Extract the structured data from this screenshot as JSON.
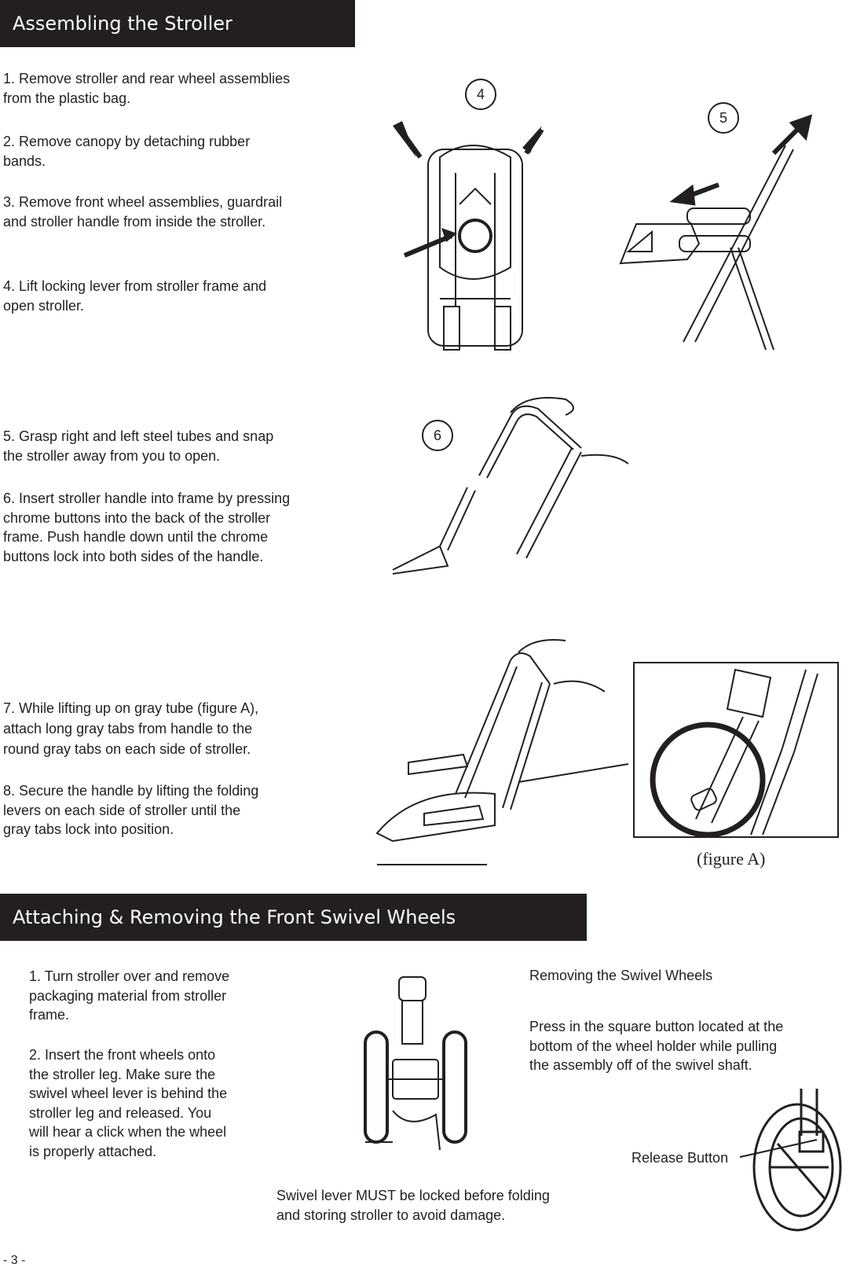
{
  "section1": {
    "title": "Assembling the Stroller",
    "steps": [
      "1. Remove stroller and rear wheel assemblies\n     from the plastic bag.",
      "2. Remove canopy by detaching rubber\n     bands.",
      "3. Remove front wheel assemblies, guardrail\n     and stroller handle from inside the stroller.",
      "4. Lift locking lever from stroller frame and\n     open stroller.",
      "5. Grasp right and left steel tubes and snap\n     the stroller away from you to open.",
      "6. Insert stroller handle into frame by pressing\n     chrome buttons into the back of the stroller\n     frame. Push handle down until the chrome\n     buttons lock into both sides of the handle.",
      "7. While lifting up on gray tube (figure A),\n     attach long gray tabs from handle to the\n     round gray tabs on each side of stroller.",
      "8. Secure the handle by lifting the folding\n     levers on each side of stroller until the\n     gray tabs lock into position."
    ],
    "figure_badges": [
      "4",
      "5",
      "6"
    ],
    "figure_caption": "(figure A)"
  },
  "section2": {
    "title": "Attaching & Removing the Front Swivel Wheels",
    "steps": [
      "1. Turn stroller over and remove\n     packaging material from stroller\n     frame.",
      "2.  Insert the front wheels onto\n     the stroller leg.  Make sure the\n     swivel wheel lever is behind the\n     stroller leg and released.  You\n     will hear a click when the wheel\n     is properly attached."
    ],
    "warning": "Swivel lever MUST be locked before folding\nand storing stroller to avoid damage.",
    "removing_title": "Removing the Swivel Wheels",
    "removing_text": "Press in the square button located at the\nbottom of the wheel holder while pulling\nthe assembly off of the swivel shaft.",
    "release_label": "Release Button"
  },
  "page_number": "- 3 -"
}
